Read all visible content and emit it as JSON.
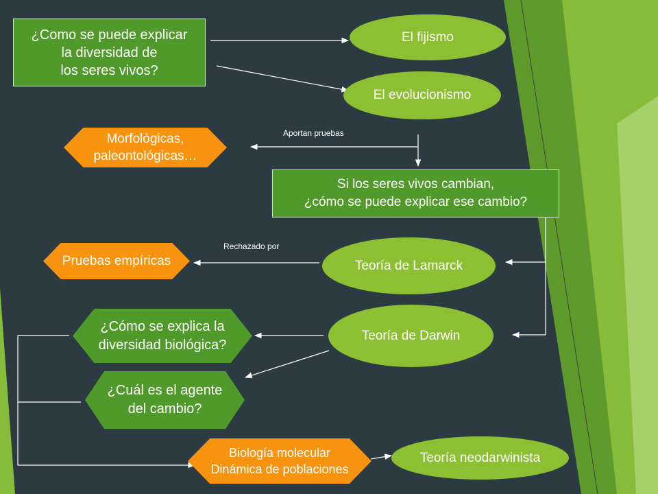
{
  "colors": {
    "background": "#2c3a42",
    "rect_green": "#4f9a2a",
    "ellipse_green": "#8cbf32",
    "orange": "#f7930e",
    "line": "#ffffff"
  },
  "nodes": {
    "question_diversity": "¿Como se puede explicar\nla diversidad de\nlos seres vivos?",
    "fijismo": "El fijismo",
    "evolucionismo": "El evolucionismo",
    "morfologicas": "Morfológicas,\npaleontológicas…",
    "question_change": "Si los seres vivos cambian,\n¿cómo se puede explicar ese cambio?",
    "pruebas_empiricas": "Pruebas empíricas",
    "lamarck": "Teoría de Lamarck",
    "darwin": "Teoría de Darwin",
    "question_biodiversity": "¿Cómo se explica la\ndiversidad biológica?",
    "question_agent": "¿Cuál es el agente\ndel cambio?",
    "biologia_molecular": "Biología molecular\nDinámica de poblaciones",
    "neodarwinista": "Teoría neodarwinista"
  },
  "labels": {
    "aportan_pruebas": "Aportan pruebas",
    "rechazado_por": "Rechazado por"
  }
}
